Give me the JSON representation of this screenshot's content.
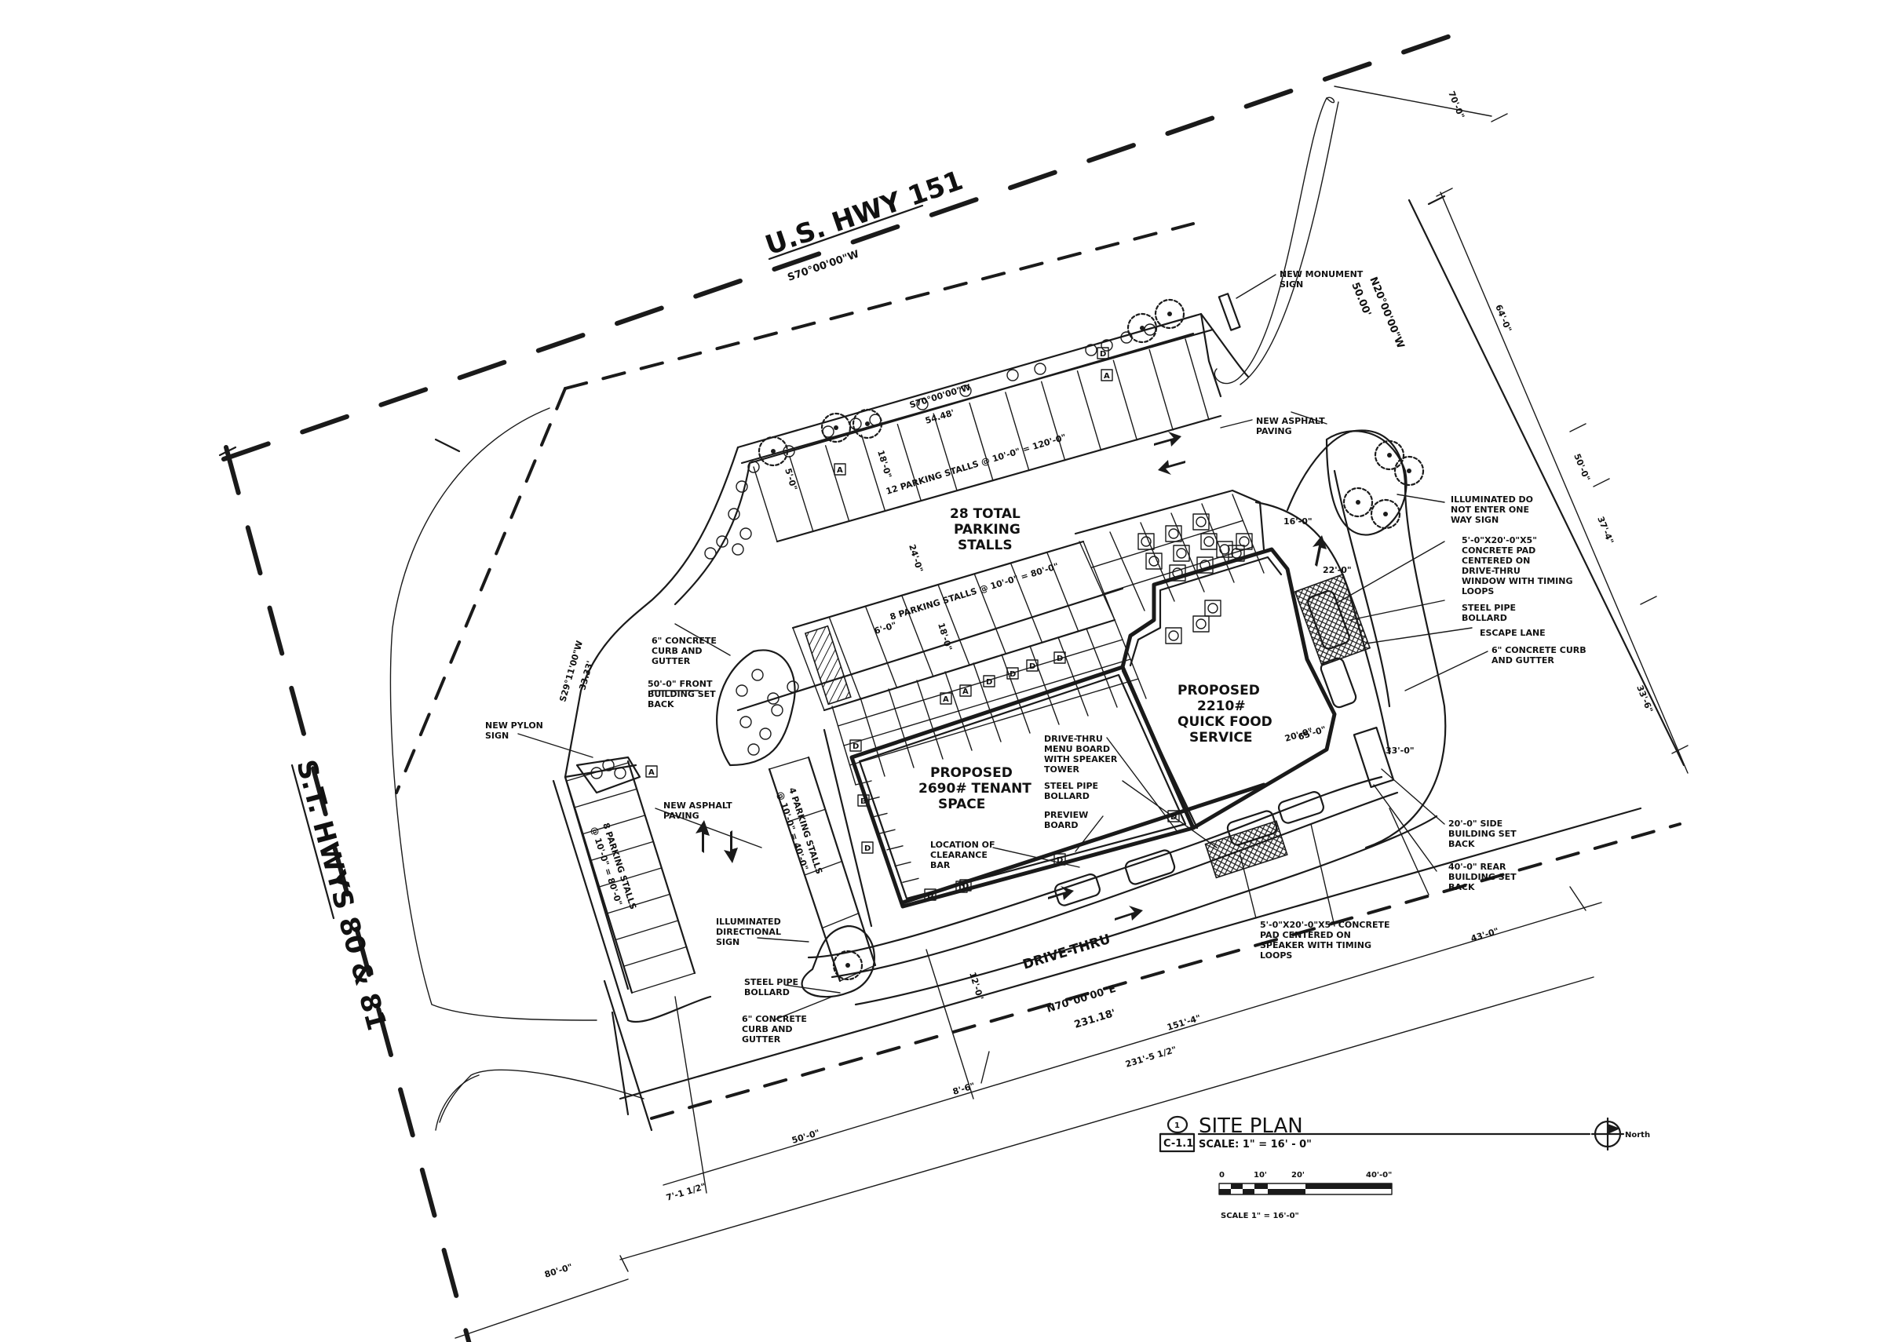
{
  "roads": {
    "hwy151": "U.S. HWY 151",
    "hwy151_bearing": "S70°00'00\"W",
    "sthwy": "S.T. HWYS 80 & 81"
  },
  "bearings": {
    "west": "S29°11'00\"W",
    "west_dist": "33.33'",
    "north_row": "S70°00'00\"W",
    "north_row_dist": "54.48'",
    "east": "N20°00'00\"W",
    "east_dist": "50.00'",
    "south": "N70°00'00\"E",
    "south_dist": "231.18'"
  },
  "buildings": {
    "tenant": [
      "PROPOSED",
      "2690# TENANT",
      "SPACE"
    ],
    "quick": [
      "PROPOSED",
      "2210#",
      "QUICK FOOD",
      "SERVICE"
    ]
  },
  "parking": {
    "total": [
      "28 TOTAL",
      "PARKING",
      "STALLS"
    ],
    "top": "12 PARKING STALLS @ 10'-0\" = 120'-0\"",
    "mid": "8 PARKING STALLS @ 10'-0\" = 80'-0\"",
    "left": [
      "4 PARKING STALLS",
      "@ 10'-0\" = 40'-0\""
    ],
    "west": [
      "8 PARKING STALLS",
      "@ 10'-0\" = 80'-0\""
    ]
  },
  "drive_thru": "DRIVE-THRU",
  "notes": {
    "monument": [
      "NEW MONUMENT",
      "SIGN"
    ],
    "asphalt_ne": [
      "NEW ASPHALT",
      "PAVING"
    ],
    "illum_dne": [
      "ILLUMINATED DO",
      "NOT ENTER ONE",
      "WAY SIGN"
    ],
    "pad_window": [
      "5'-0\"X20'-0\"X5\"",
      "CONCRETE PAD",
      "CENTERED ON",
      "DRIVE-THRU",
      "WINDOW WITH TIMING",
      "LOOPS"
    ],
    "bollard_e": [
      "STEEL PIPE",
      "BOLLARD"
    ],
    "escape": "ESCAPE LANE",
    "curb_e": [
      "6\" CONCRETE CURB",
      "AND GUTTER"
    ],
    "side_setback": [
      "20'-0\" SIDE",
      "BUILDING SET",
      "BACK"
    ],
    "rear_setback": [
      "40'-0\" REAR",
      "BUILDING SET",
      "BACK"
    ],
    "pad_speaker": [
      "5'-0\"X20'-0\"X5\" CONCRETE",
      "PAD CENTERED ON",
      "SPEAKER WITH TIMING",
      "LOOPS"
    ],
    "menu": [
      "DRIVE-THRU",
      "MENU BOARD",
      "WITH SPEAKER",
      "TOWER"
    ],
    "bollard_c": [
      "STEEL PIPE",
      "BOLLARD"
    ],
    "preview": [
      "PREVIEW",
      "BOARD"
    ],
    "clearance": [
      "LOCATION OF",
      "CLEARANCE",
      "BAR"
    ],
    "curb_nw": [
      "6\" CONCRETE",
      "CURB AND",
      "GUTTER"
    ],
    "front_setback": [
      "50'-0\" FRONT",
      "BUILDING SET",
      "BACK"
    ],
    "pylon": [
      "NEW PYLON",
      "SIGN"
    ],
    "asphalt_w": [
      "NEW ASPHALT",
      "PAVING"
    ],
    "illum_dir": [
      "ILLUMINATED",
      "DIRECTIONAL",
      "SIGN"
    ],
    "bollard_s": [
      "STEEL PIPE",
      "BOLLARD"
    ],
    "curb_s": [
      "6\" CONCRETE",
      "CURB AND",
      "GUTTER"
    ]
  },
  "dims": {
    "d24": "24'-0\"",
    "d18a": "18'-0\"",
    "d18b": "18'-0\"",
    "d16": "16'-0\"",
    "d22": "22'-0\"",
    "d12": "12'-0\"",
    "d33": "33'-0\"",
    "d65": "65'-0\"",
    "d6": "6'-0\"",
    "d5": "5'-0\"",
    "r20": "20'-0\"",
    "e70": "70'-0\"",
    "e64": "64'-0\"",
    "e50": "50'-0\"",
    "e37": "37'-4\"",
    "e33": "33'-6\"",
    "s43": "43'-0\"",
    "s151": "151'-4\"",
    "s231": "231'-5 1/2\"",
    "s8": "8'-6\"",
    "s50": "50'-0\"",
    "s7": "7'-1 1/2\"",
    "s80": "80'-0\""
  },
  "title": {
    "num": "1",
    "sheet": "C-1.1",
    "name": "SITE PLAN",
    "scale": "SCALE: 1\" = 16' - 0\"",
    "north": "North",
    "bar_0": "0",
    "bar_10": "10'",
    "bar_20": "20'",
    "bar_40": "40'-0\"",
    "bar_scale": "SCALE 1\" = 16'-0\""
  },
  "signs": [
    "A",
    "A",
    "A",
    "A",
    "A",
    "D",
    "D",
    "D",
    "D",
    "D",
    "D",
    "D",
    "D",
    "D",
    "D",
    "D",
    "D",
    "D"
  ]
}
